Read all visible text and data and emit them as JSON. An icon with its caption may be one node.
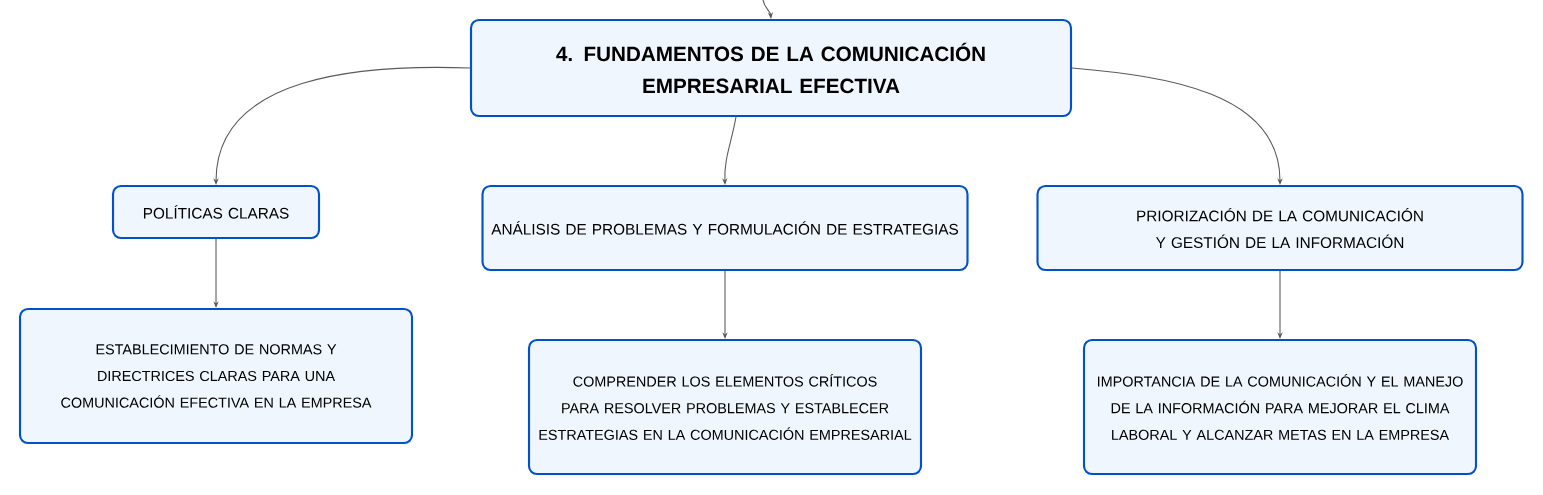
{
  "diagram": {
    "nodes": [
      {
        "text": [
          "4. FUNDAMENTOS DE LA COMUNICACIÓN EMPRESARIAL EFECTIVA"
        ]
      },
      {
        "text": [
          "POLÍTICAS CLARAS"
        ]
      },
      {
        "text": [
          "ANÁLISIS DE PROBLEMAS Y FORMULACIÓN DE ESTRATEGIAS"
        ]
      },
      {
        "text": [
          "PRIORIZACIÓN DE LA COMUNICACIÓN Y GESTIÓN DE LA INFORMACIÓN"
        ]
      },
      {
        "text": [
          "ESTABLECIMIENTO DE NORMAS Y DIRECTRICES CLARAS PARA UNA COMUNICACIÓN EFECTIVA EN LA EMPRESA"
        ]
      },
      {
        "text": [
          "COMPRENDER LOS ELEMENTOS CRÍTICOS PARA RESOLVER PROBLEMAS Y ESTABLECER ESTRATEGIAS EN LA COMUNICACIÓN EMPRESARIAL"
        ]
      },
      {
        "text": [
          "IMPORTANCIA DE LA COMUNICACIÓN Y EL MANEJO DE LA INFORMACIÓN PARA MEJORAR EL CLIMA LABORAL Y ALCANZAR METAS EN LA EMPRESA"
        ]
      }
    ],
    "edges": [
      {
        "from": null,
        "to": 0,
        "arrow": "to"
      },
      {
        "from": 0,
        "to": 1,
        "arrow": "to"
      },
      {
        "from": 0,
        "to": 2,
        "arrow": "to"
      },
      {
        "from": 0,
        "to": 3,
        "arrow": "to"
      },
      {
        "from": 1,
        "to": 4,
        "arrow": "to"
      },
      {
        "from": 2,
        "to": 5,
        "arrow": "to"
      },
      {
        "from": 3,
        "to": 6,
        "arrow": "to"
      }
    ]
  }
}
